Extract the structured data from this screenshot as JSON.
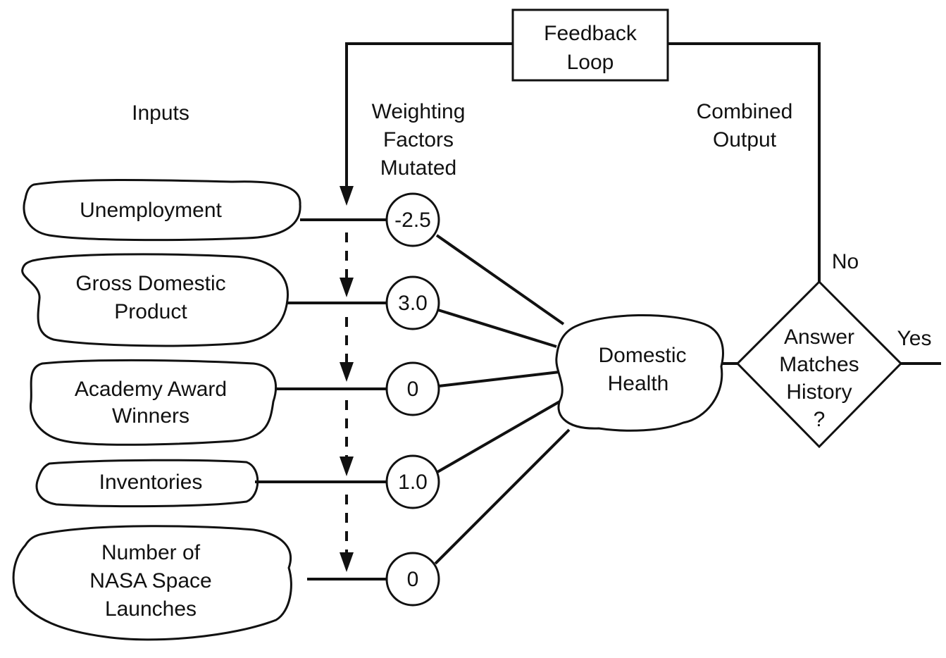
{
  "labels": {
    "inputs": "Inputs",
    "weighting": [
      "Weighting",
      "Factors",
      "Mutated"
    ],
    "combined_output": [
      "Combined",
      "Output"
    ],
    "feedback_loop": [
      "Feedback",
      "Loop"
    ],
    "no": "No",
    "yes": "Yes"
  },
  "inputs": [
    {
      "lines": [
        "Unemployment"
      ],
      "weight": "-2.5"
    },
    {
      "lines": [
        "Gross Domestic",
        "Product"
      ],
      "weight": "3.0"
    },
    {
      "lines": [
        "Academy Award",
        "Winners"
      ],
      "weight": "0"
    },
    {
      "lines": [
        "Inventories"
      ],
      "weight": "1.0"
    },
    {
      "lines": [
        "Number of",
        "NASA Space",
        "Launches"
      ],
      "weight": "0"
    }
  ],
  "output_node": {
    "lines": [
      "Domestic",
      "Health"
    ]
  },
  "decision": {
    "lines": [
      "Answer",
      "Matches",
      "History",
      "?"
    ]
  }
}
